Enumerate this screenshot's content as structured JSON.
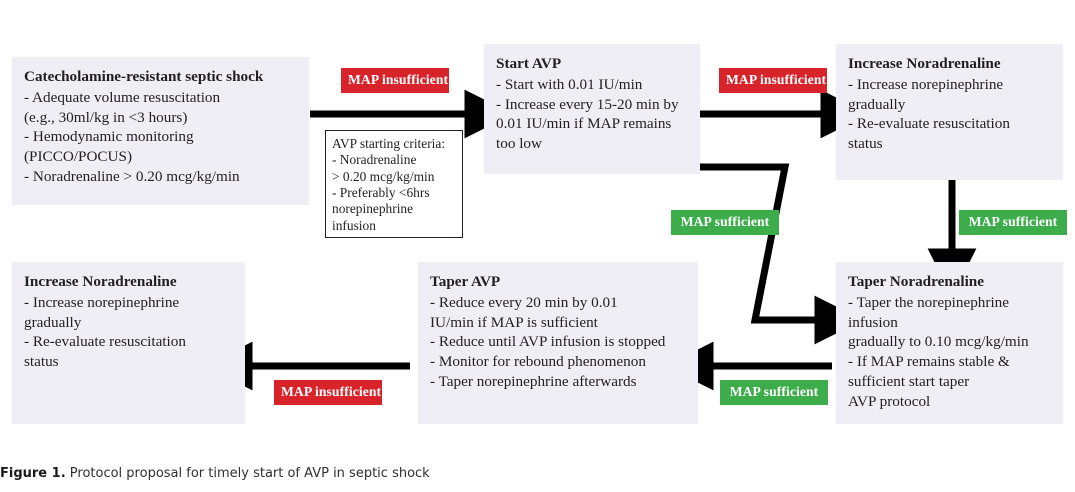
{
  "figure": {
    "label": "Figure 1.",
    "caption": "Protocol proposal for timely start of AVP in septic shock"
  },
  "colors": {
    "box_fill": "#eeeef4",
    "insufficient": "#d8232a",
    "sufficient": "#3cad4a",
    "arrow": "#000000",
    "text": "#231f20"
  },
  "nodes": {
    "septic_shock": {
      "title": "Catecholamine-resistant septic shock",
      "lines": [
        "- Adequate volume resuscitation",
        "(e.g., 30ml/kg in <3 hours)",
        "- Hemodynamic monitoring",
        "(PICCO/POCUS)",
        "- Noradrenaline > 0.20 mcg/kg/min"
      ]
    },
    "avp_criteria": {
      "lines": [
        "AVP starting criteria:",
        "- Noradrenaline",
        "> 0.20 mcg/kg/min",
        "- Preferably <6hrs",
        "norepinephrine",
        "infusion"
      ]
    },
    "start_avp": {
      "title": "Start AVP",
      "lines": [
        "- Start with 0.01 IU/min",
        "- Increase every 15-20 min by",
        "0.01 IU/min if MAP remains",
        "too low"
      ]
    },
    "increase_nor_top": {
      "title": "Increase Noradrenaline",
      "lines": [
        "- Increase norepinephrine",
        "gradually",
        "- Re-evaluate resuscitation",
        "status"
      ]
    },
    "taper_nor": {
      "title": "Taper Noradrenaline",
      "lines": [
        "- Taper the norepinephrine",
        "infusion",
        "gradually to 0.10 mcg/kg/min",
        "- If MAP remains stable &",
        "sufficient start taper",
        "AVP protocol"
      ]
    },
    "taper_avp": {
      "title": "Taper AVP",
      "lines": [
        "- Reduce every 20 min by 0.01",
        "IU/min if MAP is sufficient",
        "- Reduce until AVP infusion is stopped",
        "- Monitor for rebound phenomenon",
        "- Taper norepinephrine afterwards"
      ]
    },
    "increase_nor_bottom": {
      "title": "Increase Noradrenaline",
      "lines": [
        "- Increase norepinephrine",
        "gradually",
        "- Re-evaluate resuscitation",
        "status"
      ]
    }
  },
  "edge_labels": {
    "shock_to_avp": "MAP insufficient",
    "avp_to_increase_nor": "MAP insufficient",
    "avp_to_taper_nor": "MAP sufficient",
    "increase_nor_to_taper_nor": "MAP sufficient",
    "taper_nor_to_taper_avp": "MAP sufficient",
    "taper_avp_to_increase_nor": "MAP insufficient"
  }
}
